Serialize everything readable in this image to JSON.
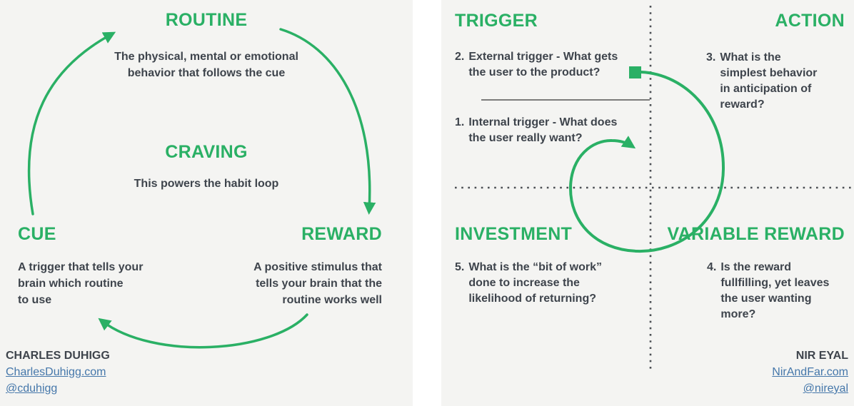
{
  "colors": {
    "accent_green": "#2ab065",
    "text_dark": "#3e444c",
    "link_blue": "#4577aa",
    "panel_background": "#f4f4f2",
    "divider_gray": "#7b7b7b",
    "dotted_line_gray": "#4b4f54"
  },
  "left_panel": {
    "routine": {
      "title": "ROUTINE",
      "desc": "The physical, mental or emotional\nbehavior that follows the cue"
    },
    "craving": {
      "title": "CRAVING",
      "desc": "This powers the habit loop"
    },
    "cue": {
      "title": "CUE",
      "desc": "A trigger that tells your\nbrain which routine\nto use"
    },
    "reward": {
      "title": "REWARD",
      "desc": "A positive stimulus that\ntells your brain that the\nroutine works well"
    },
    "footer": {
      "name": "CHARLES DUHIGG",
      "website": "CharlesDuhigg.com",
      "handle": "@cduhigg"
    }
  },
  "right_panel": {
    "trigger": {
      "title": "TRIGGER",
      "item_external": {
        "num": "2.",
        "text": "External trigger - What gets\nthe user to the product?"
      },
      "item_internal": {
        "num": "1.",
        "text": "Internal trigger - What does\nthe user really want?"
      }
    },
    "action": {
      "title": "ACTION",
      "item": {
        "num": "3.",
        "text": "What is the\nsimplest behavior\nin anticipation of\nreward?"
      }
    },
    "investment": {
      "title": "INVESTMENT",
      "item": {
        "num": "5.",
        "text": "What is the “bit of work”\ndone to increase the\nlikelihood of returning?"
      }
    },
    "variable_reward": {
      "title": "VARIABLE REWARD",
      "item": {
        "num": "4.",
        "text": "Is the reward\nfullfilling, yet leaves\nthe user wanting\nmore?"
      }
    },
    "footer": {
      "name": "NIR EYAL",
      "website": "NirAndFar.com",
      "handle": "@nireyal"
    }
  }
}
